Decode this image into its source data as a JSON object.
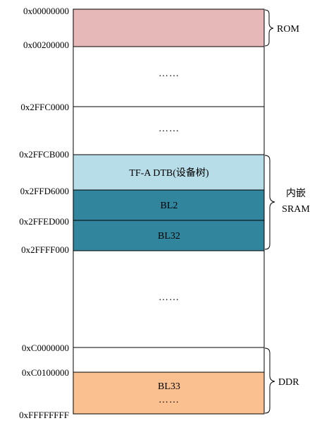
{
  "addresses": {
    "a0": "0x00000000",
    "a1": "0x00200000",
    "a2": "0x2FFC0000",
    "a3": "0x2FFCB000",
    "a4": "0x2FFD6000",
    "a5": "0x2FFED000",
    "a6": "0x2FFFF000",
    "a7": "0xC0000000",
    "a8": "0xC0100000",
    "a9": "0xFFFFFFFF"
  },
  "blocks": {
    "rom": "",
    "tfa_dtb": "TF-A DTB(设备树)",
    "bl2": "BL2",
    "bl32": "BL32",
    "bl33": "BL33",
    "gap": "……"
  },
  "regions": {
    "rom": "ROM",
    "sram_line1": "内嵌",
    "sram_line2": "SRAM",
    "ddr": "DDR"
  },
  "colors": {
    "rom_fill": "#e6b8b7",
    "tfa_fill": "#b7dde8",
    "bl_fill": "#31859c",
    "bl33_fill": "#fac090",
    "border": "#000000"
  }
}
